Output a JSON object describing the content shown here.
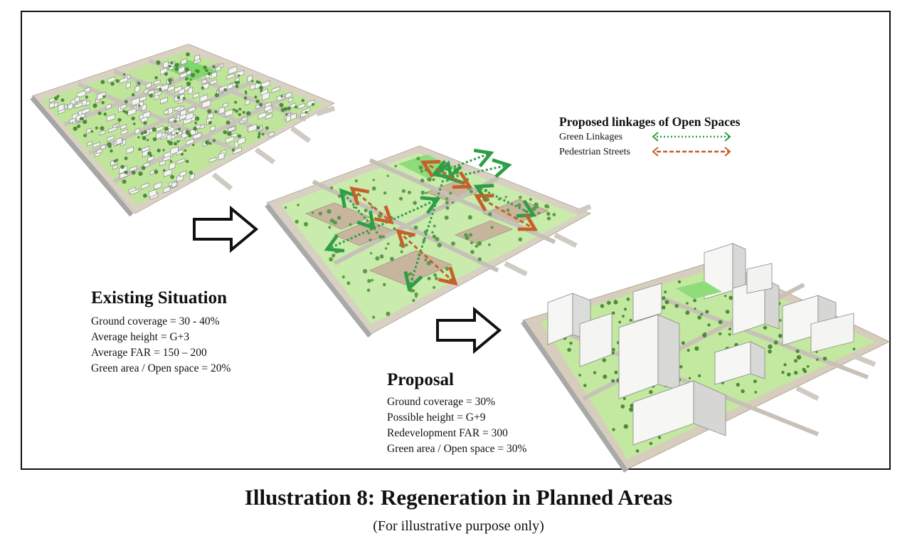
{
  "existing": {
    "title": "Existing Situation",
    "lines": [
      "Ground coverage = 30 - 40%",
      "Average height = G+3",
      "Average FAR = 150 – 200",
      "Green area / Open space = 20%"
    ]
  },
  "proposal": {
    "title": "Proposal",
    "lines": [
      "Ground coverage = 30%",
      "Possible height = G+9",
      "Redevelopment FAR = 300",
      "Green area / Open space = 30%"
    ]
  },
  "legend": {
    "title": "Proposed linkages of Open Spaces",
    "green_label": "Green Linkages",
    "pedestrian_label": "Pedestrian Streets",
    "green_color": "#2e9e46",
    "pedestrian_color": "#c5602a"
  },
  "caption": {
    "title": "Illustration 8: Regeneration in Planned Areas",
    "subtitle": "(For illustrative purpose only)"
  }
}
